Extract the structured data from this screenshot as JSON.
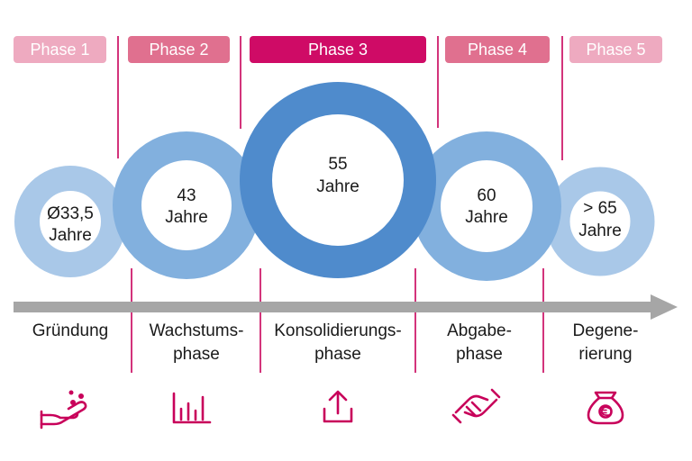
{
  "colors": {
    "magenta": "#c8005a",
    "phase_light": "#eeaac0",
    "phase_mid": "#e0708f",
    "phase_strong": "#cf0b66",
    "ring_light": "#a9c8e8",
    "ring_mid": "#82b0de",
    "ring_dark": "#4f8bcc",
    "arrow_gray": "#a6a6a6"
  },
  "phases": [
    {
      "label": "Phase 1"
    },
    {
      "label": "Phase 2"
    },
    {
      "label": "Phase 3"
    },
    {
      "label": "Phase 4"
    },
    {
      "label": "Phase 5"
    }
  ],
  "rings": [
    {
      "line1": "Ø33,5",
      "line2": "Jahre"
    },
    {
      "line1": "43",
      "line2": "Jahre"
    },
    {
      "line1": "55",
      "line2": "Jahre"
    },
    {
      "line1": "60",
      "line2": "Jahre"
    },
    {
      "line1": "> 65",
      "line2": "Jahre"
    }
  ],
  "stages": [
    {
      "line1": "Gründung",
      "line2": "",
      "icon": "hand-coins-icon"
    },
    {
      "line1": "Wachstums-",
      "line2": "phase",
      "icon": "bar-chart-icon"
    },
    {
      "line1": "Konsolidierungs-",
      "line2": "phase",
      "icon": "upload-icon"
    },
    {
      "line1": "Abgabe-",
      "line2": "phase",
      "icon": "handshake-icon"
    },
    {
      "line1": "Degene-",
      "line2": "rierung",
      "icon": "money-bag-euro-icon"
    }
  ]
}
